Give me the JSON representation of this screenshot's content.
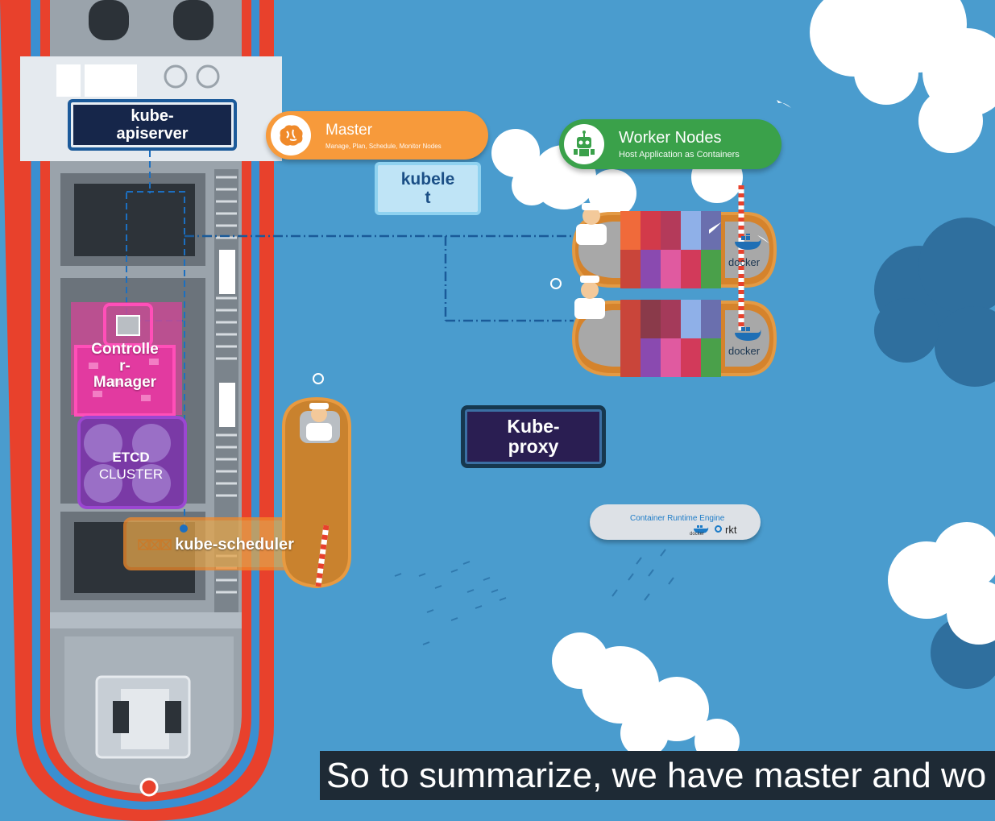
{
  "components": {
    "apiserver": "kube-\napiserver",
    "kubelet": "kubele\nt",
    "kubeproxy": "Kube-\nproxy",
    "controller_manager": "Controlle\nr-\nManager",
    "etcd_line1": "ETCD",
    "etcd_line2": "CLUSTER",
    "scheduler": "kube-scheduler"
  },
  "master": {
    "title": "Master",
    "subtitle": "Manage, Plan, Schedule, Monitor Nodes",
    "icon": "brain-icon"
  },
  "worker_nodes": {
    "title": "Worker Nodes",
    "subtitle": "Host Application as Containers",
    "icon": "robot-icon"
  },
  "container_runtime": {
    "title": "Container Runtime Engine",
    "docker_label": "docker",
    "rkt_label": "rkt"
  },
  "ships": {
    "docker_label_1": "docker",
    "docker_label_2": "docker"
  },
  "caption": "So to summarize, we have master and wo",
  "colors": {
    "sea": "#4a9cce",
    "master_orange": "#f79a3b",
    "worker_green": "#3aa14a",
    "ship_red": "#e8412c",
    "controller_pink": "#e23aa0",
    "etcd_purple": "#7a3aa6",
    "scheduler_orange": "#f28a2a"
  }
}
